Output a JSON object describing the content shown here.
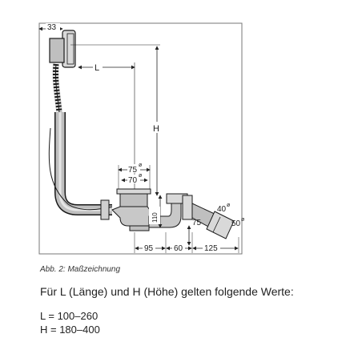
{
  "diagram": {
    "labels": {
      "d33": "33",
      "L": "L",
      "H": "H",
      "d75a": "75",
      "d70": "70",
      "deg1": "ø",
      "deg2": "ø",
      "d110": "110",
      "d75b": "75",
      "d40": "40",
      "deg3": "ø",
      "d50": "50",
      "deg4": "ø",
      "d95": "95",
      "d60": "60",
      "d125": "125"
    },
    "colors": {
      "pipe_fill": "#bfbfbf",
      "pipe_light": "#e6e6e6",
      "stroke": "#1a1a1a",
      "frame": "#777777"
    }
  },
  "text": {
    "caption": "Abb. 2: Maßzeichnung",
    "intro": "Für L (Länge) und H (Höhe) gelten folgende Werte:",
    "L_value": "L = 100–260",
    "H_value": "H = 180–400"
  }
}
